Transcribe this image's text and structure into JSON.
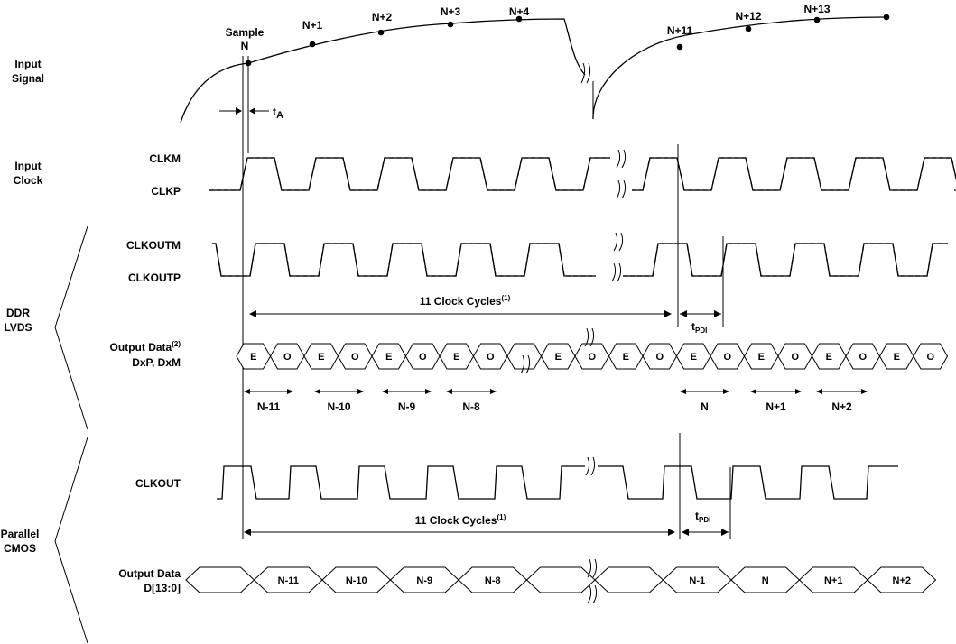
{
  "rows": {
    "input_signal": [
      "Input",
      "Signal"
    ],
    "input_clock": [
      "Input",
      "Clock"
    ],
    "ddr_lvds": [
      "DDR",
      "LVDS"
    ],
    "parallel_cmos": [
      "Parallel",
      "CMOS"
    ]
  },
  "signals": {
    "clkm": "CLKM",
    "clkp": "CLKP",
    "clkoutm": "CLKOUTM",
    "clkoutp": "CLKOUTP",
    "output_data_lvds": "Output Data",
    "output_data_lvds_note": "(2)",
    "output_data_lvds_pins": "DxP, DxM",
    "clkout": "CLKOUT",
    "output_data_cmos": "Output Data",
    "output_data_cmos_bus": "D[13:0]"
  },
  "samples": {
    "sample_word": "Sample",
    "first": [
      {
        "label": "N"
      },
      {
        "label": "N+1"
      },
      {
        "label": "N+2"
      },
      {
        "label": "N+3"
      },
      {
        "label": "N+4"
      }
    ],
    "second": [
      {
        "label": "N+11"
      },
      {
        "label": "N+12"
      },
      {
        "label": "N+13"
      }
    ]
  },
  "timing": {
    "ta_main": "t",
    "ta_sub": "A",
    "tpdi_main": "t",
    "tpdi_sub": "PDI",
    "cycles_text": "11 Clock Cycles",
    "cycles_note": "(1)"
  },
  "lvds_bits": [
    "E",
    "O",
    "E",
    "O",
    "E",
    "O",
    "E",
    "O",
    "",
    "E",
    "O",
    "E",
    "O",
    "E",
    "O",
    "E",
    "O",
    "E",
    "O",
    "E",
    "O"
  ],
  "lvds_groups": [
    "N-11",
    "N-10",
    "N-9",
    "N-8",
    "N",
    "N+1",
    "N+2"
  ],
  "cmos_cells": [
    "",
    "N-11",
    "N-10",
    "N-9",
    "N-8",
    "",
    "",
    "N-1",
    "N",
    "N+1",
    "N+2"
  ]
}
